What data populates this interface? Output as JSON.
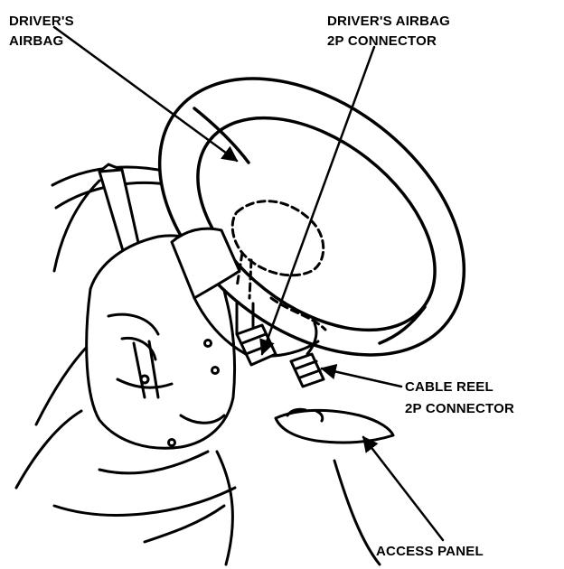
{
  "labels": {
    "drivers_airbag": [
      "DRIVER'S",
      "AIRBAG"
    ],
    "airbag_connector": [
      "DRIVER'S AIRBAG",
      "2P CONNECTOR"
    ],
    "cable_reel_connector": [
      "CABLE REEL",
      "2P CONNECTOR"
    ],
    "access_panel": [
      "ACCESS PANEL"
    ]
  },
  "colors": {
    "ink": "#000000",
    "paper": "#ffffff"
  }
}
